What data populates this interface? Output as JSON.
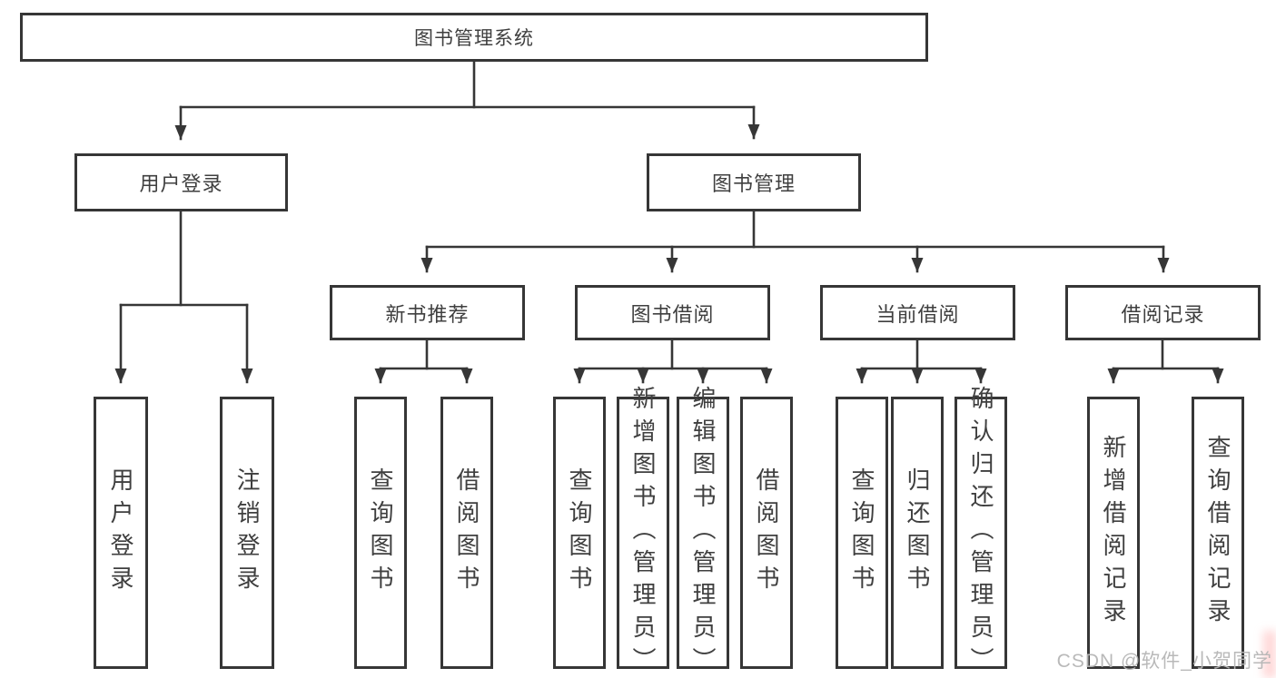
{
  "diagram": {
    "title": "图书管理系统",
    "level2": [
      {
        "label": "用户登录"
      },
      {
        "label": "图书管理"
      }
    ],
    "level3": [
      {
        "parent": "图书管理",
        "label": "新书推荐"
      },
      {
        "parent": "图书管理",
        "label": "图书借阅"
      },
      {
        "parent": "图书管理",
        "label": "当前借阅"
      },
      {
        "parent": "图书管理",
        "label": "借阅记录"
      }
    ],
    "level4": [
      {
        "parent": "用户登录",
        "label": "用户登录"
      },
      {
        "parent": "用户登录",
        "label": "注销登录"
      },
      {
        "parent": "新书推荐",
        "label": "查询图书"
      },
      {
        "parent": "新书推荐",
        "label": "借阅图书"
      },
      {
        "parent": "图书借阅",
        "label": "查询图书"
      },
      {
        "parent": "图书借阅",
        "label": "新增图书（管理员）"
      },
      {
        "parent": "图书借阅",
        "label": "编辑图书（管理员）"
      },
      {
        "parent": "图书借阅",
        "label": "借阅图书"
      },
      {
        "parent": "当前借阅",
        "label": "查询图书"
      },
      {
        "parent": "当前借阅",
        "label": "归还图书"
      },
      {
        "parent": "当前借阅",
        "label": "确认归还（管理员）"
      },
      {
        "parent": "借阅记录",
        "label": "新增借阅记录"
      },
      {
        "parent": "借阅记录",
        "label": "查询借阅记录"
      }
    ],
    "structure": {
      "图书管理系统": {
        "用户登录": [
          "用户登录",
          "注销登录"
        ],
        "图书管理": {
          "新书推荐": [
            "查询图书",
            "借阅图书"
          ],
          "图书借阅": [
            "查询图书",
            "新增图书（管理员）",
            "编辑图书（管理员）",
            "借阅图书"
          ],
          "当前借阅": [
            "查询图书",
            "归还图书",
            "确认归还（管理员）"
          ],
          "借阅记录": [
            "新增借阅记录",
            "查询借阅记录"
          ]
        }
      }
    },
    "colors": {
      "line": "#363636",
      "text": "#3f3f3f",
      "background": "#ffffff",
      "watermark_text": "#b6b6b6"
    }
  },
  "watermark": {
    "text": "CSDN @软件_小贺同学"
  }
}
